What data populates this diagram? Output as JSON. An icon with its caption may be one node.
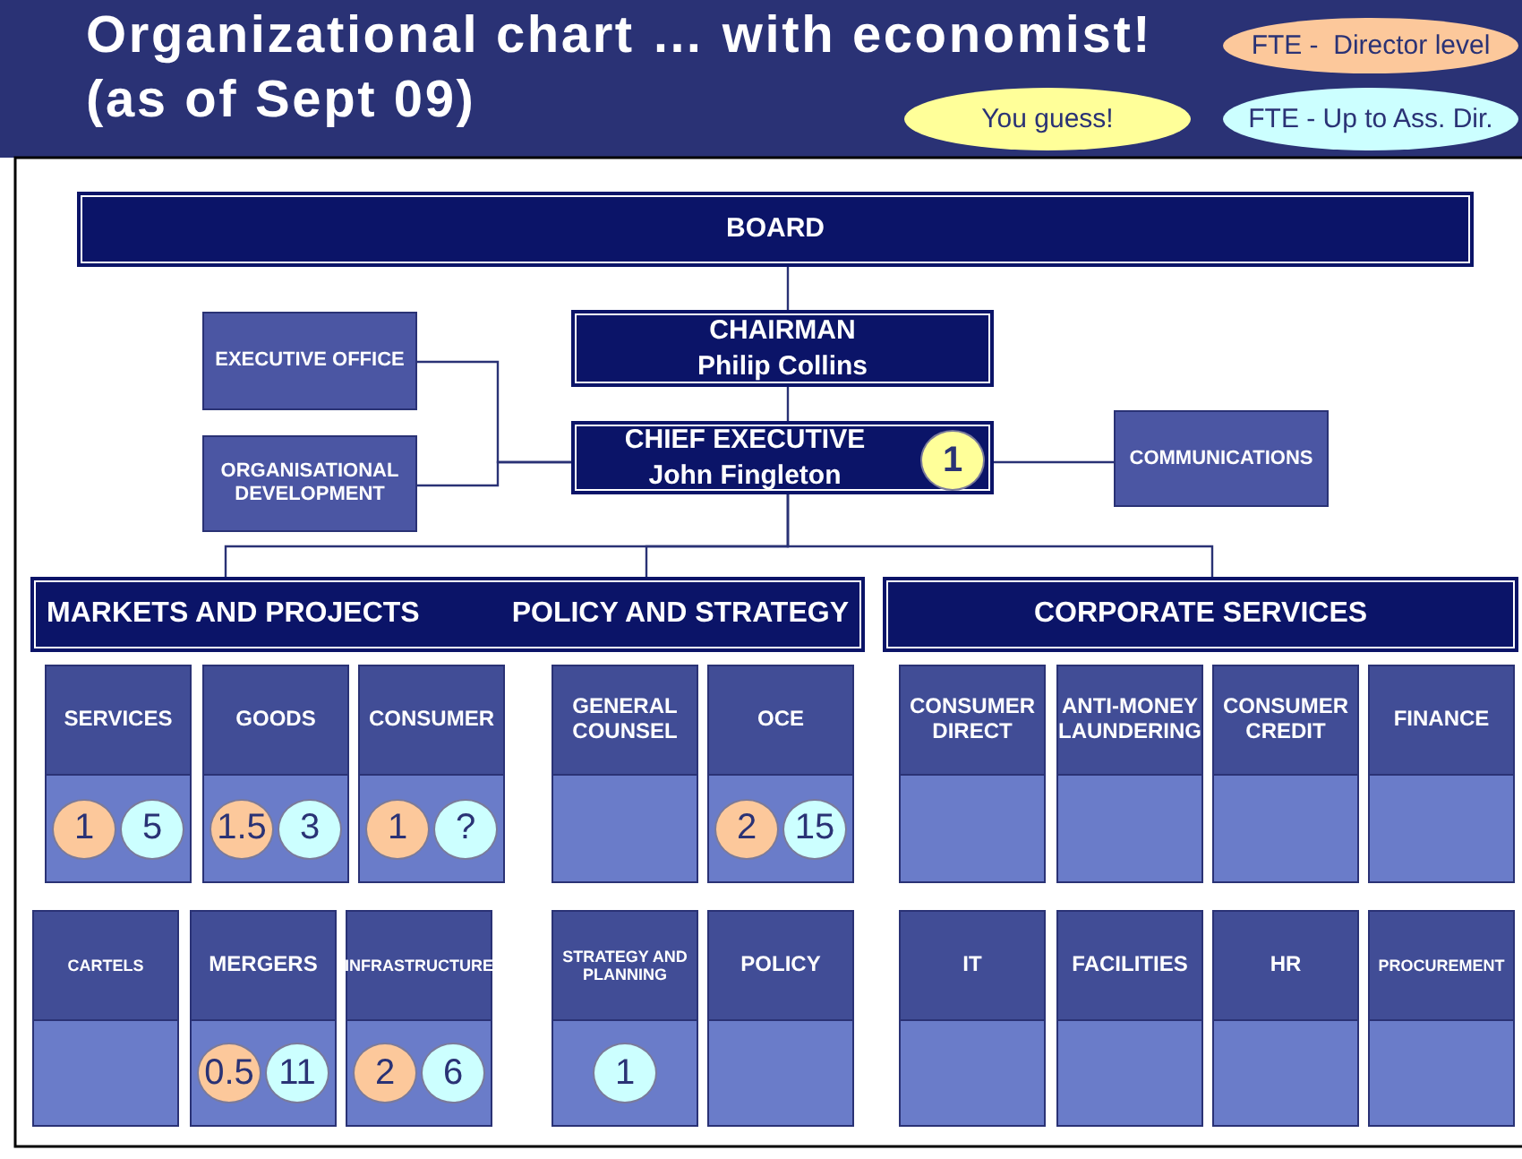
{
  "diagram": {
    "title": "Organizational chart … with economist! (as of Sept 09)",
    "nodes": [
      {
        "text": [
          "BOARD"
        ]
      },
      {
        "text": [
          "CHAIRMAN",
          "Philip Collins"
        ]
      },
      {
        "text": [
          "EXECUTIVE OFFICE"
        ]
      },
      {
        "text": [
          "ORGANISATIONAL DEVELOPMENT"
        ]
      },
      {
        "text": [
          "CHIEF EXECUTIVE",
          "John Fingleton"
        ]
      },
      {
        "text": [
          "1"
        ],
        "in": 4
      },
      {
        "text": [
          "COMMUNICATIONS"
        ]
      },
      {
        "text": [
          "MARKETS AND PROJECTS",
          "POLICY AND STRATEGY"
        ]
      },
      {
        "text": [
          "CORPORATE SERVICES"
        ]
      },
      {
        "text": [
          "SERVICES"
        ]
      },
      {
        "text": [
          "1"
        ],
        "in": 9
      },
      {
        "text": [
          "5"
        ],
        "in": 9
      },
      {
        "text": [
          "GOODS"
        ]
      },
      {
        "text": [
          "1.5"
        ],
        "in": 12
      },
      {
        "text": [
          "3"
        ],
        "in": 12
      },
      {
        "text": [
          "CONSUMER"
        ]
      },
      {
        "text": [
          "1"
        ],
        "in": 15
      },
      {
        "text": [
          "?"
        ],
        "in": 15
      },
      {
        "text": [
          "GENERAL COUNSEL"
        ]
      },
      {
        "text": [
          "OCE"
        ]
      },
      {
        "text": [
          "2"
        ],
        "in": 19
      },
      {
        "text": [
          "15"
        ],
        "in": 19
      },
      {
        "text": [
          "CONSUMER DIRECT"
        ]
      },
      {
        "text": [
          "ANTI-MONEY LAUNDERING"
        ]
      },
      {
        "text": [
          "CONSUMER CREDIT"
        ]
      },
      {
        "text": [
          "FINANCE"
        ]
      },
      {
        "text": [
          "CARTELS"
        ]
      },
      {
        "text": [
          "MERGERS"
        ]
      },
      {
        "text": [
          "0.5"
        ],
        "in": 27
      },
      {
        "text": [
          "11"
        ],
        "in": 27
      },
      {
        "text": [
          "INFRASTRUCTURE"
        ]
      },
      {
        "text": [
          "2"
        ],
        "in": 30
      },
      {
        "text": [
          "6"
        ],
        "in": 30
      },
      {
        "text": [
          "STRATEGY AND PLANNING"
        ]
      },
      {
        "text": [
          "1"
        ],
        "in": 33
      },
      {
        "text": [
          "POLICY"
        ]
      },
      {
        "text": [
          "IT"
        ]
      },
      {
        "text": [
          "FACILITIES"
        ]
      },
      {
        "text": [
          "HR"
        ]
      },
      {
        "text": [
          "PROCUREMENT"
        ]
      }
    ],
    "edges": [
      {
        "from": 0,
        "to": 1,
        "arrow": "none"
      },
      {
        "from": 1,
        "to": 4,
        "arrow": "none"
      },
      {
        "from": 2,
        "to": 4,
        "arrow": "none"
      },
      {
        "from": 3,
        "to": 4,
        "arrow": "none"
      },
      {
        "from": 4,
        "to": 6,
        "arrow": "none"
      },
      {
        "from": 4,
        "to": 7,
        "arrow": "none"
      },
      {
        "from": 4,
        "to": 7,
        "arrow": "none"
      },
      {
        "from": 4,
        "to": 8,
        "arrow": "none"
      }
    ],
    "legend": [
      {
        "text": "FTE -  Director level",
        "color": "#fcc89b"
      },
      {
        "text": "You guess!",
        "color": "#ffff99"
      },
      {
        "text": "FTE - Up to Ass. Dir.",
        "color": "#ccffff"
      }
    ]
  }
}
